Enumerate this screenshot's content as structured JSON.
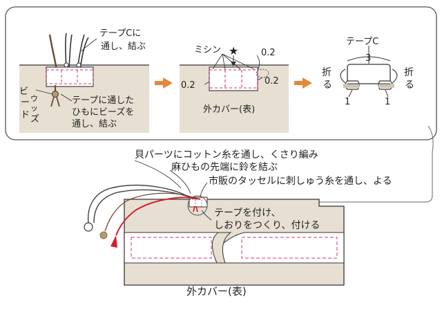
{
  "colors": {
    "fabric": "#e7dfd2",
    "fabric_dark": "#cfc4b4",
    "arrow": "#e2893a",
    "stitch": "#d6336c",
    "tassel": "#d81e2a",
    "line": "#333333",
    "bead": "#b59a76"
  },
  "step1": {
    "tape_label": "テープCに",
    "tape_label2": "通し、結ぶ",
    "beads_label": "ビ",
    "beads_label2": "ウ",
    "beads_label3": "ー",
    "beads_label4": "ッ",
    "beads_label5": "ド",
    "beads_label6": "ズ",
    "cord_label": "テープに通した",
    "cord_label2": "ひもにビーズを",
    "cord_label3": "通し、結ぶ"
  },
  "step2": {
    "sewing_label": "ミシン",
    "star": "★",
    "dim_top": "0.2",
    "dim_left": "0.2",
    "dim_right": "0.2",
    "caption": "外カバー(表)"
  },
  "step3": {
    "tape_name": "テープC",
    "width": "3",
    "fold_left_1": "折",
    "fold_left_2": "る",
    "fold_right_1": "折",
    "fold_right_2": "る",
    "fold_len_left": "1",
    "fold_len_right": "1"
  },
  "bottom": {
    "shell_label": "貝パーツにコットン糸を通し、くさり編み",
    "bell_label": "麻ひもの先端に鈴を結ぶ",
    "tassel_label": "市販のタッセルに刺しゅう糸を通し、よる",
    "tape_attach_1": "テープを付け、",
    "tape_attach_2": "しおりをつくり、付ける",
    "caption": "外カバー(表)"
  }
}
